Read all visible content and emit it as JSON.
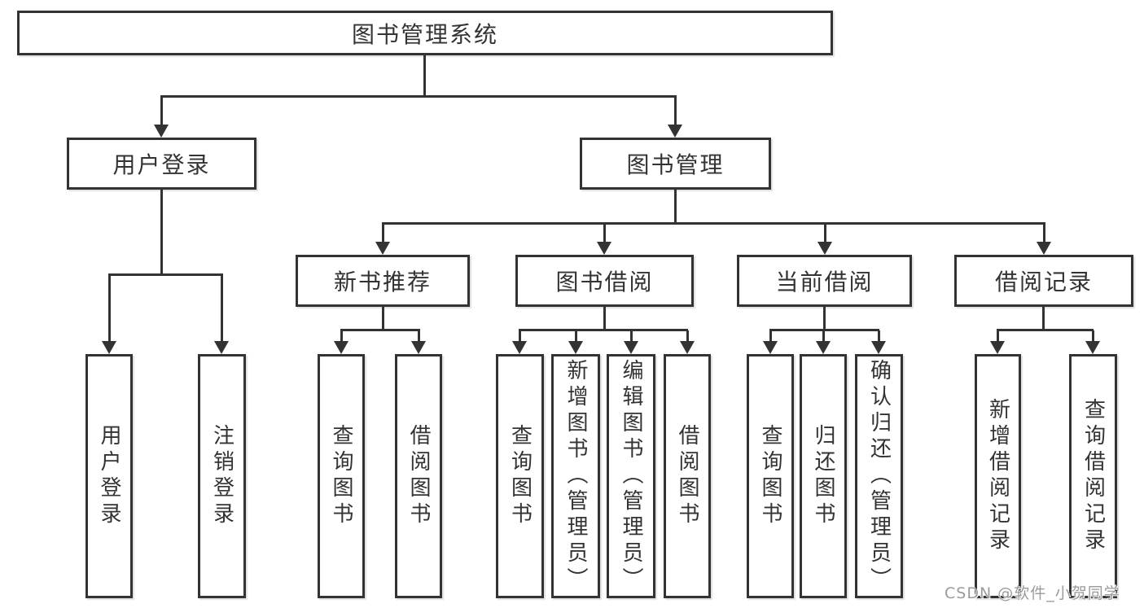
{
  "diagram": {
    "title_node": {
      "label": "图书管理系统"
    },
    "level2": [
      {
        "label": "用户登录"
      },
      {
        "label": "图书管理"
      }
    ],
    "level3": [
      {
        "label": "新书推荐"
      },
      {
        "label": "图书借阅"
      },
      {
        "label": "当前借阅"
      },
      {
        "label": "借阅记录"
      }
    ],
    "leaves": [
      {
        "label": "用户登录"
      },
      {
        "label": "注销登录"
      },
      {
        "label": "查询图书"
      },
      {
        "label": "借阅图书"
      },
      {
        "label": "查询图书"
      },
      {
        "label": "新增图书（管理员）"
      },
      {
        "label": "编辑图书（管理员）"
      },
      {
        "label": "借阅图书"
      },
      {
        "label": "查询图书"
      },
      {
        "label": "归还图书"
      },
      {
        "label": "确认归还（管理员）"
      },
      {
        "label": "新增借阅记录"
      },
      {
        "label": "查询借阅记录"
      }
    ],
    "colors": {
      "line": "#333333",
      "text": "#333333",
      "background": "#ffffff",
      "watermark": "#9b9b9b"
    }
  },
  "watermark": {
    "text": "CSDN @软件_小贺同学"
  }
}
